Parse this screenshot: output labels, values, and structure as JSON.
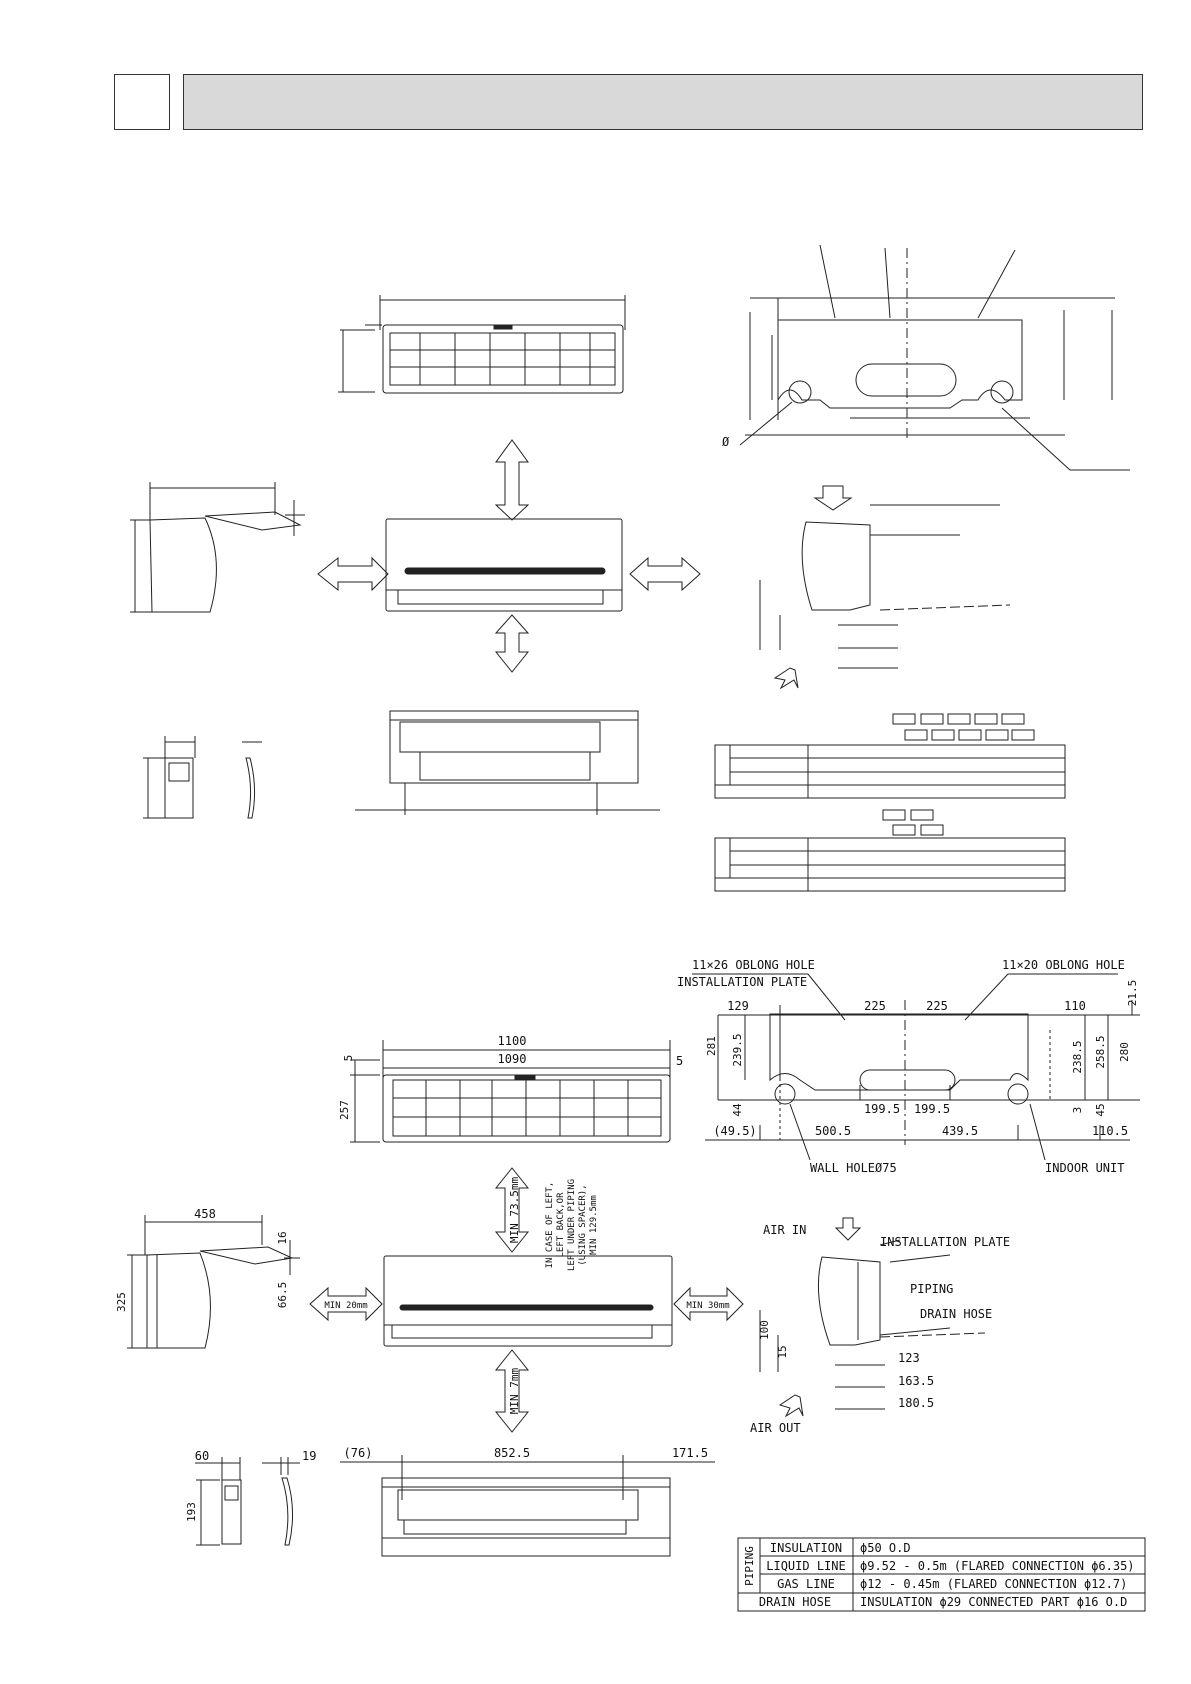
{
  "header": {
    "section_number": "",
    "title": ""
  },
  "top_drawing": {
    "phi": "Ø"
  },
  "bottom_drawing": {
    "front": {
      "w_outer": "1100",
      "w_inner": "1090",
      "top_gap": "5",
      "side_gap": "5",
      "height": "257"
    },
    "side": {
      "depth": "458",
      "top_off": "16",
      "height": "325",
      "plate_off": "66.5"
    },
    "clearance": {
      "top": "MIN 73.5mm",
      "note_lines": [
        "IN CASE OF LEFT,",
        "LEFT BACK,OR",
        "LEFT UNDER PIPING",
        "(USING SPACER),",
        "MIN 129.5mm"
      ],
      "left": "MIN 20mm",
      "right": "MIN 30mm",
      "bottom": "MIN 7mm"
    },
    "remote": {
      "width": "60",
      "depth": "19",
      "height": "193"
    },
    "bottom_view": {
      "left": "(76)",
      "center": "852.5",
      "right": "171.5"
    },
    "plate": {
      "oblong_left": "11×26 OBLONG HOLE",
      "install_plate": "INSTALLATION PLATE",
      "oblong_right": "11×20 OBLONG HOLE",
      "d129": "129",
      "d225a": "225",
      "d225b": "225",
      "d110": "110",
      "d21_5": "21.5",
      "d281": "281",
      "d239_5": "239.5",
      "d44": "44",
      "d238_5": "238.5",
      "d258_5": "258.5",
      "d280": "280",
      "d3": "3",
      "d45": "45",
      "d199_5a": "199.5",
      "d199_5b": "199.5",
      "d49_5": "(49.5)",
      "d500_5": "500.5",
      "d439_5": "439.5",
      "d110_5": "110.5",
      "wall_hole": "WALL HOLEØ75",
      "indoor_unit": "INDOOR UNIT"
    },
    "piping_side": {
      "air_in": "AIR IN",
      "install_plate": "INSTALLATION PLATE",
      "piping": "PIPING",
      "drain_hose": "DRAIN HOSE",
      "d100": "100",
      "d15": "15",
      "d123": "123",
      "d163_5": "163.5",
      "d180_5": "180.5",
      "air_out": "AIR OUT"
    },
    "piping_table": {
      "group_label": "PIPING",
      "rows": [
        {
          "name": "INSULATION",
          "value": "ϕ50 O.D"
        },
        {
          "name": "LIQUID LINE",
          "value": "ϕ9.52 - 0.5m  (FLARED CONNECTION ϕ6.35)"
        },
        {
          "name": "GAS LINE",
          "value": "ϕ12 - 0.45m (FLARED CONNECTION ϕ12.7)"
        },
        {
          "name": "DRAIN HOSE",
          "value": "INSULATION ϕ29 CONNECTED PART ϕ16 O.D"
        }
      ]
    }
  }
}
